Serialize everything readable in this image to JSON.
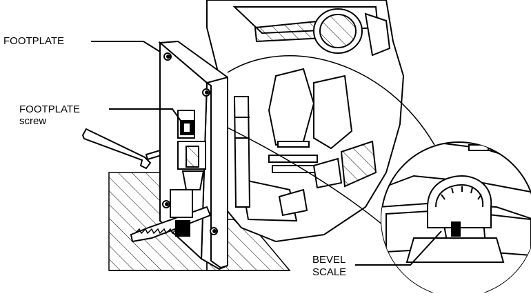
{
  "labels": {
    "footplate": "FOOTPLATE",
    "footplate_screw_line1": "FOOTPLATE",
    "footplate_screw_line2": "screw",
    "bevel_scale_line1": "BEVEL",
    "bevel_scale_line2": "SCALE"
  },
  "colors": {
    "ink": "#000000",
    "paper": "#ffffff",
    "shadow": "#1a1a1a",
    "hatch": "#000000"
  }
}
